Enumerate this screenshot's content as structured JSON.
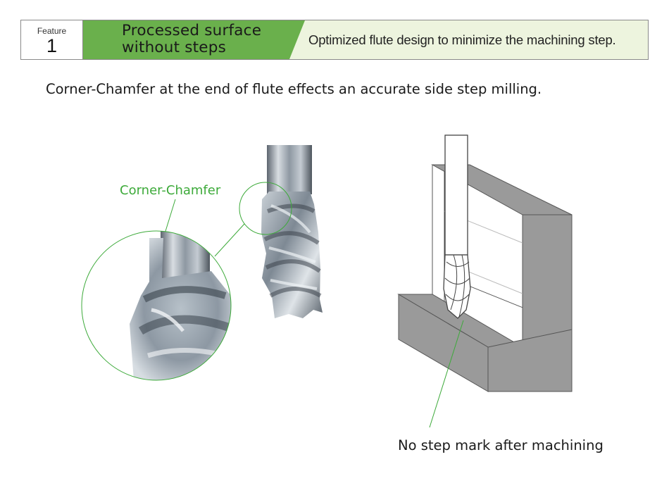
{
  "header": {
    "feature_label": "Feature",
    "feature_number": "1",
    "title_line1": "Processed surface",
    "title_line2": "without steps",
    "subtitle": "Optimized flute design to minimize the machining step."
  },
  "intro_text": "Corner-Chamfer at the end of flute effects an accurate side step milling.",
  "callouts": {
    "corner_chamfer": "Corner-Chamfer",
    "no_step_mark": "No step mark after machining"
  },
  "colors": {
    "accent_green": "#6ab04c",
    "light_green": "#edf4de",
    "callout_green": "#3daa3a",
    "workpiece_gray": "#9a9a9a"
  }
}
